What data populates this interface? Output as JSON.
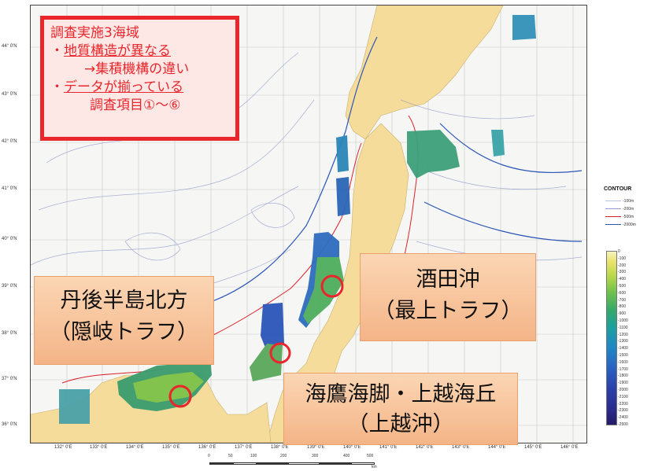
{
  "map": {
    "lat_ticks": [
      "44° 0'N",
      "43° 0'N",
      "42° 0'N",
      "41° 0'N",
      "40° 0'N",
      "39° 0'N",
      "38° 0'N",
      "37° 0'N",
      "36° 0'N"
    ],
    "lon_ticks": [
      "132° 0'E",
      "133° 0'E",
      "134° 0'E",
      "135° 0'E",
      "136° 0'E",
      "137° 0'E",
      "138° 0'E",
      "139° 0'E",
      "140° 0'E",
      "141° 0'E",
      "142° 0'E",
      "143° 0'E",
      "144° 0'E",
      "145° 0'E",
      "146° 0'E"
    ],
    "colors": {
      "land": "#f5dc9a",
      "sea": "#f6f6f4",
      "contour": "#4a5fb0",
      "red_line": "#d9202a",
      "survey_circle": "#e8262c"
    }
  },
  "info_box": {
    "title": "調査実施3海域",
    "bullet1": "・",
    "bullet1_text": "地質構造が異なる",
    "arrow1": "→集積機構の違い",
    "bullet2": "・",
    "bullet2_text": "データが揃っている",
    "items": "調査項目①～⑥"
  },
  "callouts": {
    "tango": {
      "line1": "丹後半島北方",
      "line2": "（隠岐トラフ）"
    },
    "sakata": {
      "line1": "酒田沖",
      "line2": "（最上トラフ）"
    },
    "joetsu": {
      "line1": "海鷹海脚・上越海丘",
      "line2": "（上越沖）"
    }
  },
  "legend": {
    "contour_title": "CONTOUR",
    "contour_items": [
      {
        "label": "-100m",
        "color": "#b8c4e4"
      },
      {
        "label": "-200m",
        "color": "#8d9bd0"
      },
      {
        "label": "-500m",
        "color": "#d9202a"
      },
      {
        "label": "-2000m",
        "color": "#2a55b8"
      }
    ],
    "depth_labels": [
      "0",
      "-100",
      "-200",
      "-300",
      "-400",
      "-500",
      "-600",
      "-700",
      "-800",
      "-900",
      "-1000",
      "-1100",
      "-1200",
      "-1300",
      "-1400",
      "-1500",
      "-1600",
      "-1700",
      "-1800",
      "-1900",
      "-2000",
      "-2100",
      "-2200",
      "-2300",
      "-2400",
      "-2500"
    ]
  },
  "scalebar": {
    "ticks": [
      "0",
      "50",
      "100",
      "200",
      "300",
      "400",
      "500"
    ],
    "unit": "km"
  }
}
